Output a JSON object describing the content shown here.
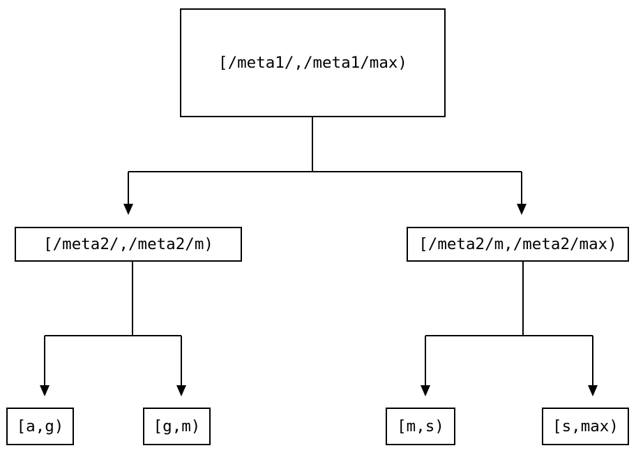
{
  "diagram": {
    "type": "tree",
    "orientation": "top-down",
    "background_color": "#ffffff",
    "line_color": "#000000",
    "text_color": "#000000",
    "nodes": {
      "root": {
        "label": "[/meta1/,/meta1/max)"
      },
      "mid_left": {
        "label": "[/meta2/,/meta2/m)"
      },
      "mid_right": {
        "label": "[/meta2/m,/meta2/max)"
      },
      "leaf_ag": {
        "label": "[a,g)"
      },
      "leaf_gm": {
        "label": "[g,m)"
      },
      "leaf_ms": {
        "label": "[m,s)"
      },
      "leaf_smax": {
        "label": "[s,max)"
      }
    },
    "edges": [
      {
        "from": "root",
        "to": "mid_left",
        "arrow": "down-triangle"
      },
      {
        "from": "root",
        "to": "mid_right",
        "arrow": "down-triangle"
      },
      {
        "from": "mid_left",
        "to": "leaf_ag",
        "arrow": "down-triangle"
      },
      {
        "from": "mid_left",
        "to": "leaf_gm",
        "arrow": "down-triangle"
      },
      {
        "from": "mid_right",
        "to": "leaf_ms",
        "arrow": "down-triangle"
      },
      {
        "from": "mid_right",
        "to": "leaf_smax",
        "arrow": "down-triangle"
      }
    ]
  }
}
